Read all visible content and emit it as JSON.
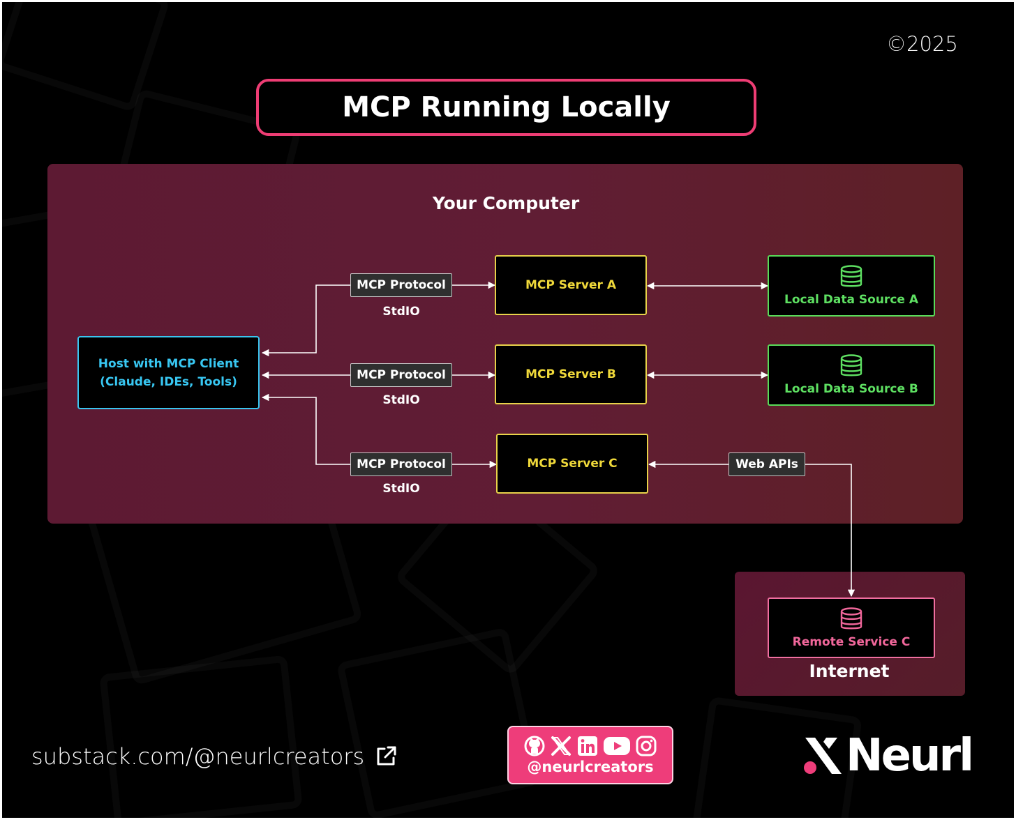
{
  "copyright": "©2025",
  "title": "MCP Running Locally",
  "computer_label": "Your Computer",
  "internet_label": "Internet",
  "host": {
    "line1": "Host with MCP Client",
    "line2": "(Claude, IDEs, Tools)"
  },
  "protocol_label": "MCP Protocol",
  "transport_label": "StdIO",
  "servers": [
    {
      "label": "MCP Server A"
    },
    {
      "label": "MCP Server B"
    },
    {
      "label": "MCP Server C"
    }
  ],
  "data_sources": [
    {
      "label": "Local Data Source A"
    },
    {
      "label": "Local Data Source B"
    }
  ],
  "web_apis_label": "Web APIs",
  "remote_service": "Remote Service C",
  "footer": {
    "link": "substack.com/@neurlcreators",
    "handle": "@neurlcreators",
    "brand": "Neurl"
  },
  "colors": {
    "accent": "#ee3d74",
    "host": "#38c7f2",
    "server": "#f0d93a",
    "datasource": "#5ee062",
    "remote": "#f1679b"
  },
  "icons": [
    "database-icon",
    "external-link-icon",
    "github-icon",
    "x-icon",
    "linkedin-icon",
    "youtube-icon",
    "instagram-icon"
  ]
}
